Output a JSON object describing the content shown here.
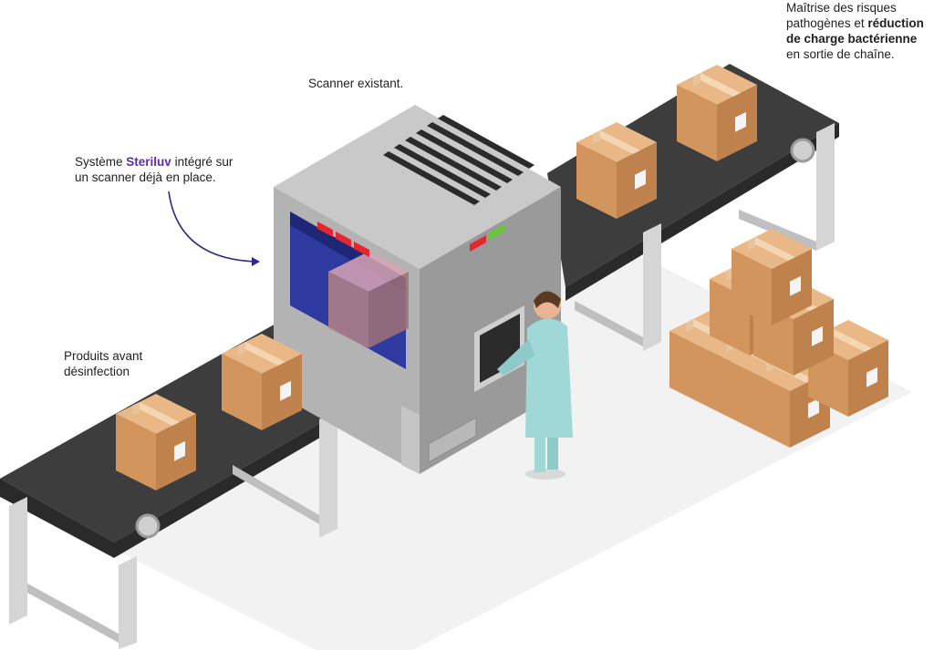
{
  "labels": {
    "scanner": "Scanner existant.",
    "system_prefix": "Système ",
    "system_brand": "Steriluv",
    "system_suffix_line1": " intégré sur",
    "system_line2": "un scanner déjà en place.",
    "before_line1": "Produits avant",
    "before_line2": "désinfection",
    "after_line1": "Maîtrise des risques",
    "after_line2_prefix": "pathogènes et ",
    "after_line2_bold": "réduction",
    "after_line3_bold": "de charge bactérienne",
    "after_line4": "en sortie de chaîne."
  },
  "colors": {
    "belt": "#3d3d3d",
    "frame": "#d5d5d5",
    "machine": "#9a9a9a",
    "box": "#d2955d",
    "accent": "#5b2bb5",
    "coat": "#9fd8d6"
  }
}
